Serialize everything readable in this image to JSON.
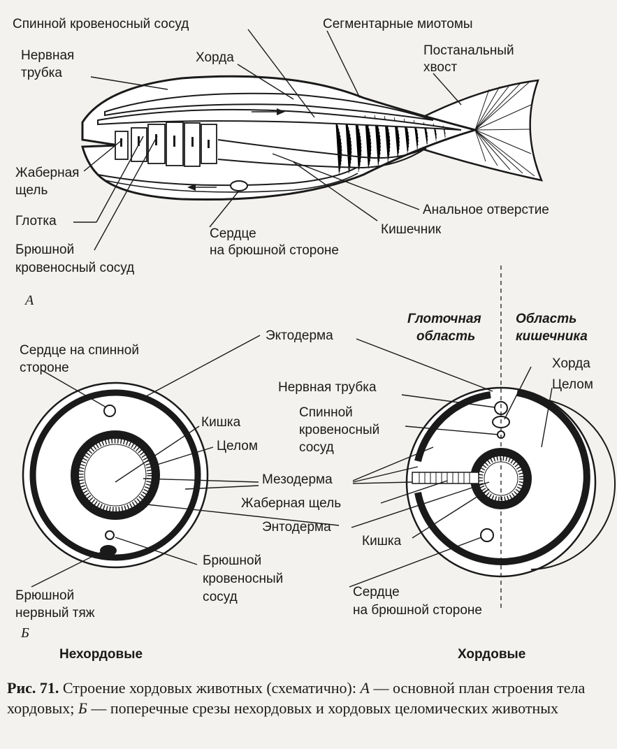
{
  "part_a": {
    "panel_letter": "А",
    "labels": {
      "dorsal_vessel": "Спинной кровеносный сосуд",
      "myotomes": "Сегментарные миотомы",
      "neural_tube_1": "Нервная",
      "neural_tube_2": "трубка",
      "notochord": "Хорда",
      "tail_1": "Постанальный",
      "tail_2": "хвост",
      "gill_slit_1": "Жаберная",
      "gill_slit_2": "щель",
      "pharynx": "Глотка",
      "ventral_vessel_1": "Брюшной",
      "ventral_vessel_2": "кровеносный сосуд",
      "heart_1": "Сердце",
      "heart_2": "на брюшной стороне",
      "anus": "Анальное отверстие",
      "intestine": "Кишечник"
    }
  },
  "part_b": {
    "panel_letter": "Б",
    "left": {
      "caption": "Нехордовые",
      "labels": {
        "heart_1": "Сердце на спинной",
        "heart_2": "стороне",
        "ectoderm": "Эктодерма",
        "gut": "Кишка",
        "coelom": "Целом",
        "ventral_vessel_1": "Брюшной",
        "ventral_vessel_2": "кровеносный",
        "ventral_vessel_3": "сосуд",
        "nerve_cord_1": "Брюшной",
        "nerve_cord_2": "нервный тяж"
      }
    },
    "center_labels": {
      "mesoderm": "Мезодерма",
      "gill_slit": "Жаберная щель",
      "endoderm": "Энтодерма",
      "gut": "Кишка"
    },
    "right": {
      "caption": "Хордовые",
      "region_pharynx_1": "Глоточная",
      "region_pharynx_2": "область",
      "region_gut_1": "Область",
      "region_gut_2": "кишечника",
      "labels": {
        "neural_tube": "Нервная трубка",
        "dorsal_vessel_1": "Спинной",
        "dorsal_vessel_2": "кровеносный",
        "dorsal_vessel_3": "сосуд",
        "notochord": "Хорда",
        "coelom": "Целом",
        "heart_1": "Сердце",
        "heart_2": "на брюшной стороне"
      }
    }
  },
  "caption": {
    "fig_num": "Рис. 71.",
    "text_1": " Строение хордовых животных (схематично): ",
    "letter_a": "А",
    "text_2": " — основной план строения тела хордовых; ",
    "letter_b": "Б",
    "text_3": " — поперечные срезы нехордовых и хордовых целомических животных"
  }
}
